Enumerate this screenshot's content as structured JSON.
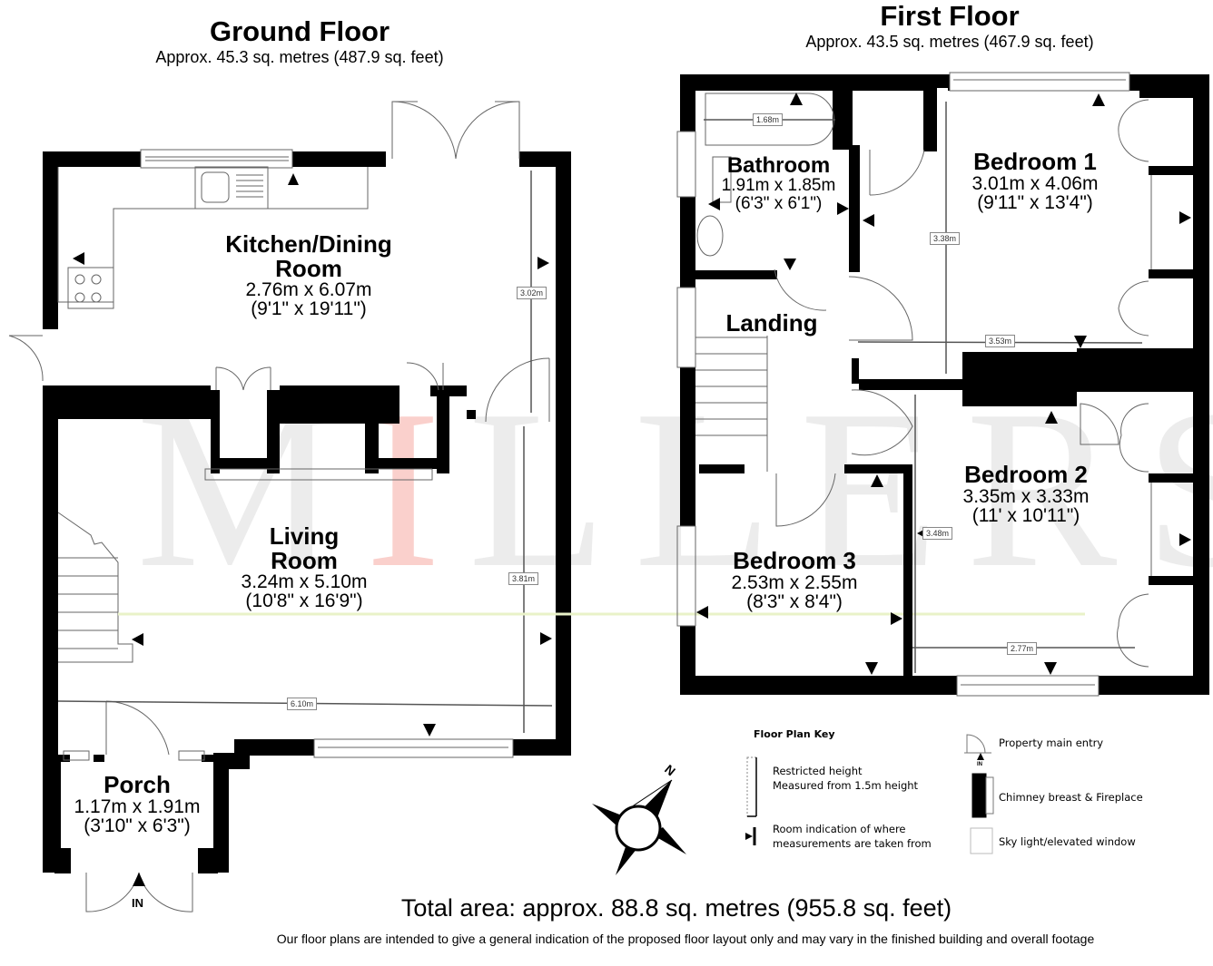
{
  "ground_floor": {
    "title": "Ground Floor",
    "area": "Approx. 45.3 sq. metres (487.9 sq. feet)",
    "rooms": [
      {
        "name": "Kitchen/Dining",
        "name2": "Room",
        "metric": "2.76m x 6.07m",
        "imperial": "(9'1\" x 19'11\")"
      },
      {
        "name": "Living",
        "name2": "Room",
        "metric": "3.24m x 5.10m",
        "imperial": "(10'8\" x 16'9\")"
      },
      {
        "name": "Porch",
        "metric": "1.17m x 1.91m",
        "imperial": "(3'10\" x 6'3\")"
      }
    ],
    "measurements": [
      "3.02m",
      "3.81m",
      "6.10m"
    ],
    "entry_label": "IN"
  },
  "first_floor": {
    "title": "First Floor",
    "area": "Approx. 43.5 sq. metres (467.9 sq. feet)",
    "rooms": [
      {
        "name": "Bathroom",
        "metric": "1.91m x 1.85m",
        "imperial": "(6'3\" x 6'1\")"
      },
      {
        "name": "Bedroom 1",
        "metric": "3.01m x 4.06m",
        "imperial": "(9'11\" x 13'4\")"
      },
      {
        "name": "Landing"
      },
      {
        "name": "Bedroom 2",
        "metric": "3.35m x 3.33m",
        "imperial": "(11' x 10'11\")"
      },
      {
        "name": "Bedroom 3",
        "metric": "2.53m x 2.55m",
        "imperial": "(8'3\" x 8'4\")"
      }
    ],
    "measurements": [
      "1.68m",
      "3.38m",
      "3.53m",
      "3.48m",
      "2.77m"
    ]
  },
  "watermark": {
    "left": "MI",
    "red": "I",
    "right": "LLERS"
  },
  "compass": {
    "north_label": "N"
  },
  "key": {
    "title": "Floor Plan Key",
    "items": [
      {
        "icon": "restricted-height-icon",
        "text1": "Restricted height",
        "text2": "Measured from 1.5m height"
      },
      {
        "icon": "measurement-indicator-icon",
        "text1": "Room indication of where",
        "text2": "measurements are taken from"
      },
      {
        "icon": "main-entry-icon",
        "text1": "Property main entry",
        "sub": "IN"
      },
      {
        "icon": "chimney-icon",
        "text1": "Chimney breast & Fireplace"
      },
      {
        "icon": "skylight-icon",
        "text1": "Sky light/elevated window"
      }
    ]
  },
  "footer": {
    "total": "Total area: approx. 88.8 sq. metres (955.8 sq. feet)",
    "disclaimer": "Our floor plans are intended to give a general indication of the proposed floor layout only and may vary in the finished building and overall footage"
  },
  "colors": {
    "wall": "#000000",
    "line": "#555555",
    "watermark_red": "#f0786e"
  }
}
